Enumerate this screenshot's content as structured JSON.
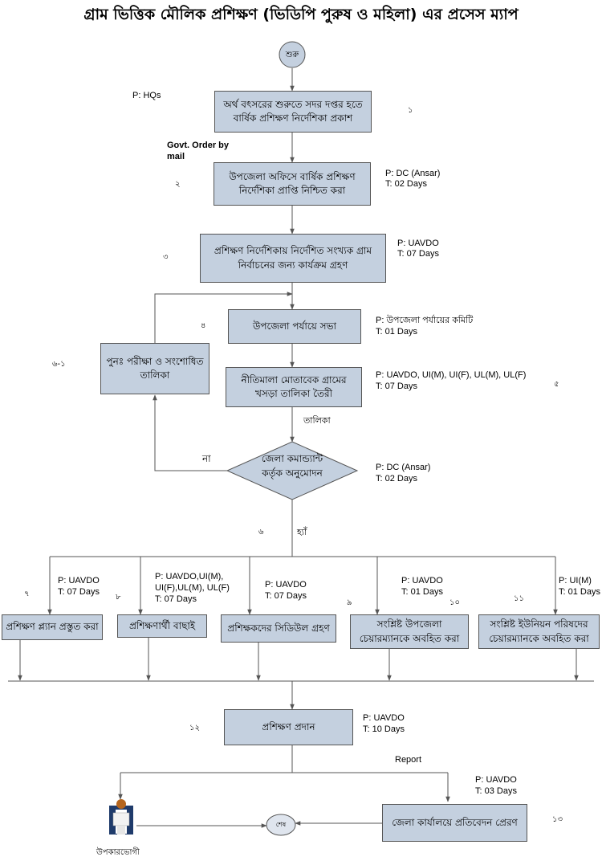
{
  "title": "গ্রাম ভিত্তিক মৌলিক প্রশিক্ষণ (ভিডিপি পুরুষ ও মহিলা) এর প্রসেস ম্যাপ",
  "start": "শুরু",
  "end": "শেষ",
  "beneficiary": "উপকারভোগী",
  "steps": {
    "s1": {
      "text": "অর্থ বৎসরের শুরুতে সদর দপ্তর হতে বার্ষিক প্রশিক্ষণ নির্দেশিকা প্রকাশ",
      "num": "১",
      "p": "P: HQs",
      "t": ""
    },
    "s2": {
      "text": "উপজেলা অফিসে বার্ষিক প্রশিক্ষণ নির্দেশিকা প্রাপ্তি নিশ্চিত করা",
      "num": "২",
      "p": "P: DC (Ansar)",
      "t": "T: 02 Days"
    },
    "s3": {
      "text": "প্রশিক্ষণ নির্দেশিকায় নির্দেশিত সংখ্যক গ্রাম নির্বাচনের জন্য কার্যক্রম গ্রহণ",
      "num": "৩",
      "p": "P: UAVDO",
      "t": "T: 07 Days"
    },
    "s4": {
      "text": "উপজেলা পর্যায়ে  সভা",
      "num": "৪",
      "p": "P: উপজেলা পর্যায়ের কমিটি",
      "t": "T: 01 Days"
    },
    "s5": {
      "text": "নীতিমালা মোতাবেক গ্রামের খসড়া তালিকা তৈরী",
      "num": "৫",
      "p": "P: UAVDO, UI(M), UI(F), UL(M), UL(F)",
      "t": "T: 07 Days"
    },
    "s6": {
      "text": "জেলা কমান্ড্যান্ট কর্তৃক অনুমোদন",
      "num": "৬",
      "p": "P: DC (Ansar)",
      "t": "T: 02 Days"
    },
    "s6_1": {
      "text": "পুনঃ পরীক্ষা ও সংশোধিত তালিকা",
      "num": "৬-১"
    },
    "s7": {
      "text": "প্রশিক্ষণ প্ল্যান প্রস্তুত করা",
      "num": "৭",
      "p": "P: UAVDO",
      "t": "T: 07 Days"
    },
    "s8": {
      "text": "প্রশিক্ষণার্থী বাছাই",
      "num": "৮",
      "p": "P:    UAVDO,UI(M),",
      "p2": "UI(F),UL(M), UL(F)",
      "t": "T: 07 Days"
    },
    "s9": {
      "text": "প্রশিক্ষকদের সিডিউল গ্রহণ",
      "num": "৯",
      "p": "P: UAVDO",
      "t": "T: 07 Days"
    },
    "s10": {
      "text": "সংশ্লিষ্ট উপজেলা চেয়ারম্যানকে অবহিত করা",
      "num": "১০",
      "p": "P: UAVDO",
      "t": "T: 01 Days"
    },
    "s11": {
      "text": "সংশ্লিষ্ট ইউনিয়ন পরিষদের চেয়ারম্যানকে অবহিত করা",
      "num": "১১",
      "p": "P: UI(M)",
      "t": "T: 01 Days"
    },
    "s12": {
      "text": "প্রশিক্ষণ প্রদান",
      "num": "১২",
      "p": "P: UAVDO",
      "t": "T: 10 Days"
    },
    "s13": {
      "text": "জেলা কার্যালয়ে প্রতিবেদন প্রেরণ",
      "num": "১৩",
      "p": "P: UAVDO",
      "t": "T: 03 Days"
    }
  },
  "edges": {
    "govt_order": "Govt. Order by mail",
    "list": "তালিকা",
    "no": "না",
    "yes": "হ্যাঁ",
    "report": "Report"
  },
  "colors": {
    "box_fill": "#c4d0df",
    "box_border": "#555555",
    "line": "#555555",
    "beneficiary_figure": "#1f3b6b"
  }
}
